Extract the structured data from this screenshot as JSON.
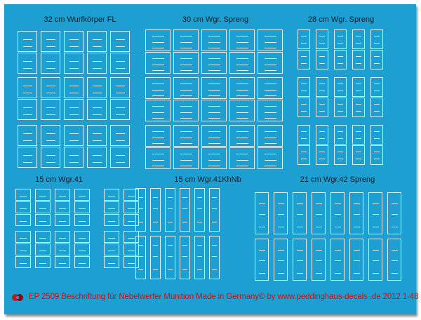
{
  "sheet": {
    "background_color": "#1e9fd2",
    "decal_line_color": "#ffffff",
    "footer_color": "#cc1111"
  },
  "sections": [
    {
      "id": "s1",
      "title": "32 cm Wurfkörper FL"
    },
    {
      "id": "s2",
      "title": "30 cm Wgr. Spreng"
    },
    {
      "id": "s3",
      "title": "28 cm Wgr. Spreng"
    },
    {
      "id": "s4",
      "title": "15 cm Wgr.41"
    },
    {
      "id": "s5",
      "title": "15 cm Wgr.41KhNb"
    },
    {
      "id": "s6",
      "title": "21 cm Wgr.42 Spreng"
    }
  ],
  "footer": {
    "text": "EP 2509 Beschriftung für Nebelwerfer Munition   Made in Germany© by www.peddinghaus-decals .de 2012 1-48",
    "logo_icon": "peddinghaus-logo-icon"
  }
}
